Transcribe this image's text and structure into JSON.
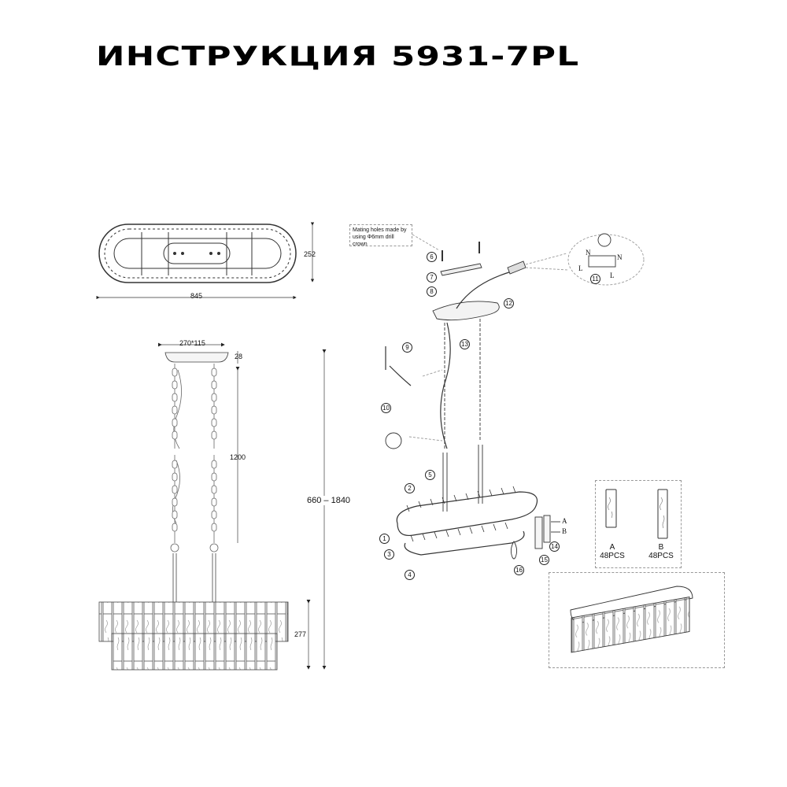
{
  "header": {
    "title": "ИНСТРУКЦИЯ 5931-7PL"
  },
  "top_view": {
    "width_dim": "845",
    "depth_dim": "252"
  },
  "side_view": {
    "canopy_dim": "270*115",
    "canopy_height_dim": "28",
    "chain_length_dim": "1200",
    "total_height_dim": "660 – 1840",
    "body_height_dim": "277"
  },
  "assembly": {
    "note": "Mating holes made by using Φ6mm drill crown",
    "steps": [
      "1",
      "2",
      "3",
      "4",
      "5",
      "6",
      "7",
      "8",
      "9",
      "10",
      "11",
      "12",
      "13",
      "14",
      "15",
      "16"
    ],
    "wiring": {
      "neutral": "N",
      "live": "L"
    },
    "crystal_labels": {
      "a": "A",
      "b": "B"
    }
  },
  "parts": [
    {
      "id": "A",
      "qty": "48PCS"
    },
    {
      "id": "B",
      "qty": "48PCS"
    }
  ],
  "colors": {
    "line": "#333333",
    "dashed": "#999999",
    "text": "#111111"
  }
}
